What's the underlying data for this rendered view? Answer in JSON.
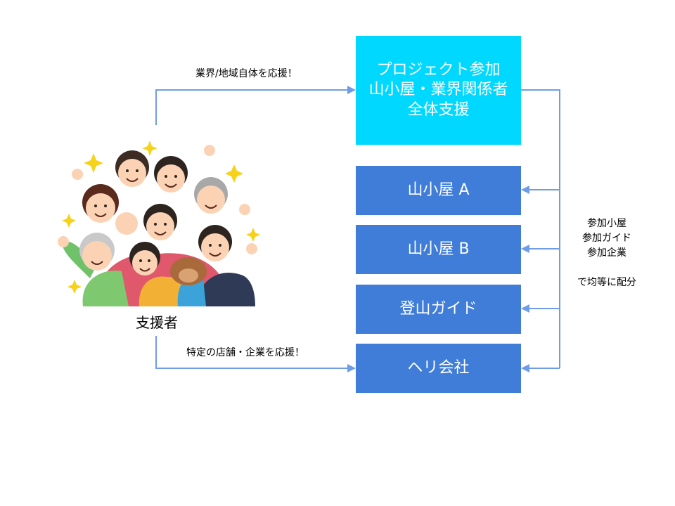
{
  "boxes": {
    "project": {
      "lines": [
        "プロジェクト参加",
        "山小屋・業界関係者",
        "全体支援"
      ]
    },
    "hut_a": "山小屋 A",
    "hut_b": "山小屋 B",
    "guide": "登山ガイド",
    "heli": "ヘリ会社"
  },
  "edges": {
    "to_project": "業界/地域自体を応援！",
    "to_heli": "特定の店舗・企業を応援！"
  },
  "note": {
    "lines": [
      "参加小屋",
      "参加ガイド",
      "参加企業",
      "",
      "で均等に配分"
    ]
  },
  "supporter": {
    "label": "支援者"
  },
  "colors": {
    "project_box": "#00d8ff",
    "recipient_box": "#3f7dd9",
    "arrow": "#6e9de5"
  }
}
